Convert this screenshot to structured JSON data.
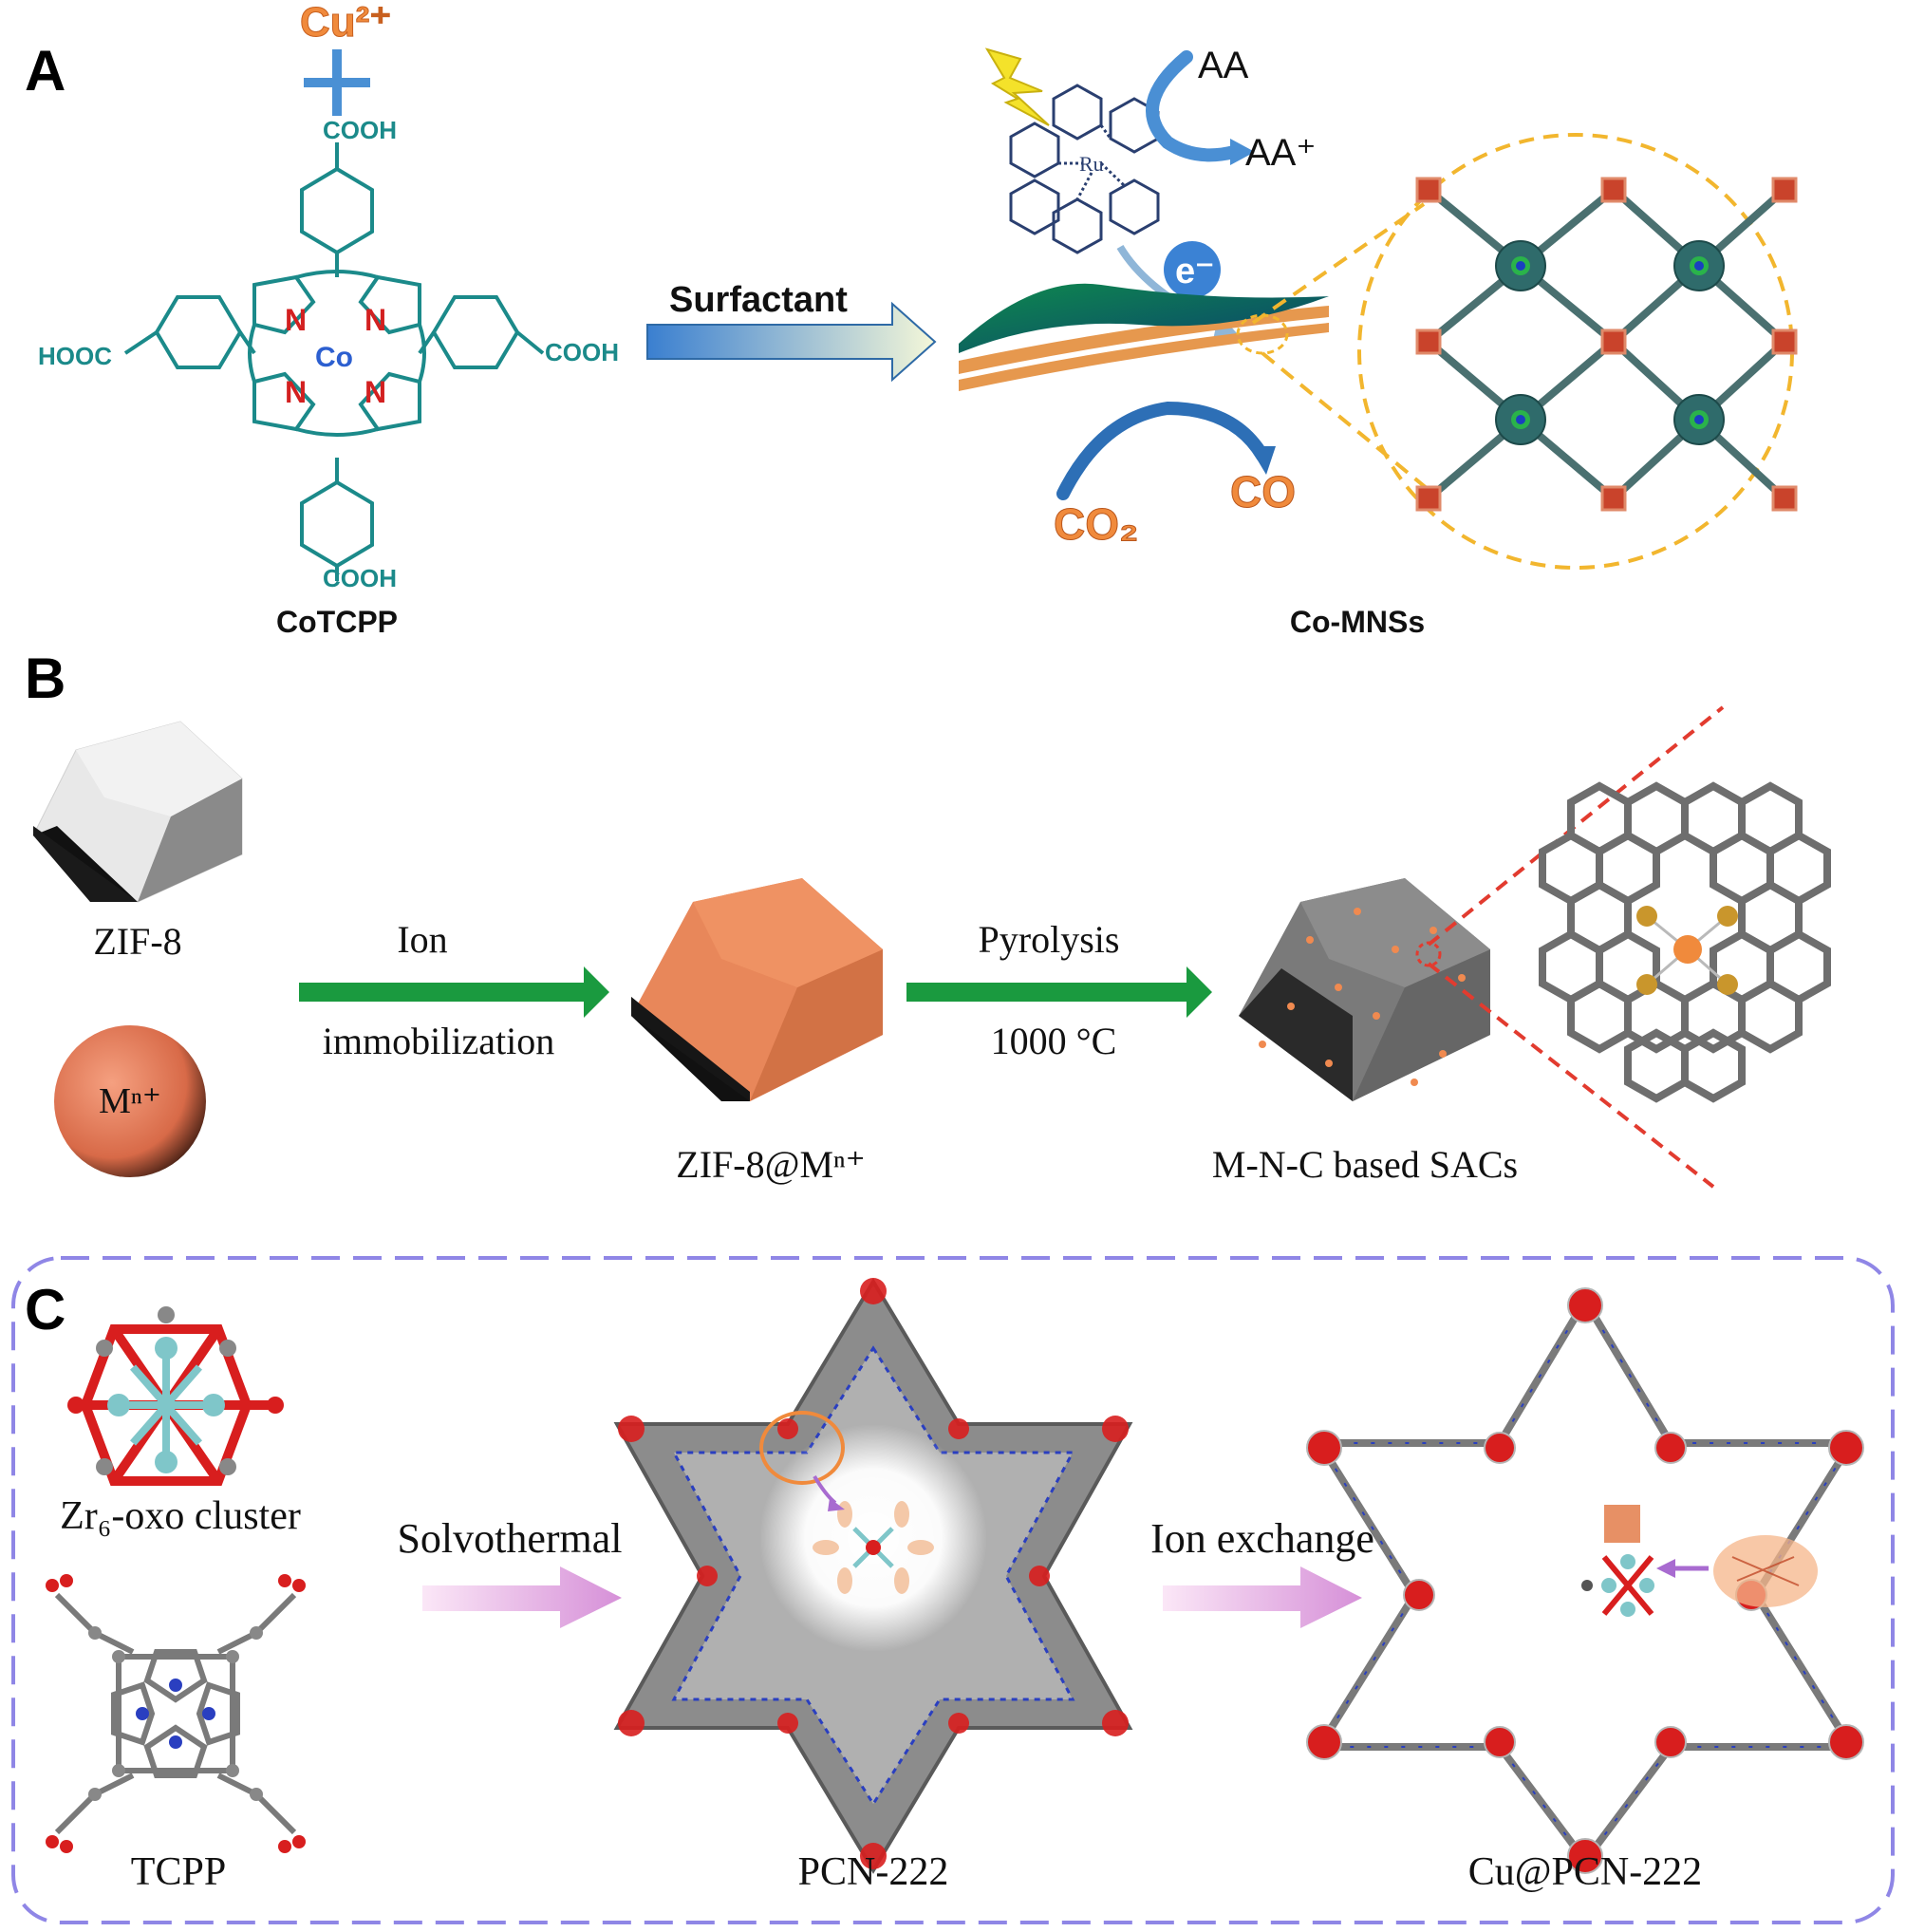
{
  "panels": {
    "a": {
      "letter": "A",
      "cu_ion": "Cu²⁺",
      "cooh_top": "COOH",
      "cooh_right": "COOH",
      "hooc_left": "HOOC",
      "cooh_bottom": "COOH",
      "n_label": "N",
      "co_center": "Co",
      "ligand_name": "CoTCPP",
      "arrow_label": "Surfactant",
      "ru_label": "Ru",
      "aa": "AA",
      "aa_plus": "AA⁺",
      "electron": "e⁻",
      "co2": "CO₂",
      "co": "CO",
      "product_name": "Co-MNSs"
    },
    "b": {
      "letter": "B",
      "zif8": "ZIF-8",
      "metal_ion": "Mⁿ⁺",
      "step1_top": "Ion",
      "step1_bottom": "immobilization",
      "intermediate": "ZIF-8@Mⁿ⁺",
      "step2_top": "Pyrolysis",
      "step2_bottom": "1000 °C",
      "product": "M-N-C based SACs"
    },
    "c": {
      "letter": "C",
      "cluster": "Zr₆-oxo cluster",
      "linker": "TCPP",
      "step1": "Solvothermal",
      "mof": "PCN-222",
      "step2": "Ion exchange",
      "product": "Cu@PCN-222"
    }
  },
  "colors": {
    "teal": "#1b8a8a",
    "orange": "#f08a3c",
    "green_arrow": "#1a9a3f",
    "purple_border": "#8f86e6",
    "red_dash": "#e23b2f",
    "gold_dash": "#f2b62e",
    "sheet_green": "#0f7d4e",
    "copper": "#e37c4a",
    "zirc": "#7fc6c9",
    "oxygen": "#d81e1e"
  }
}
